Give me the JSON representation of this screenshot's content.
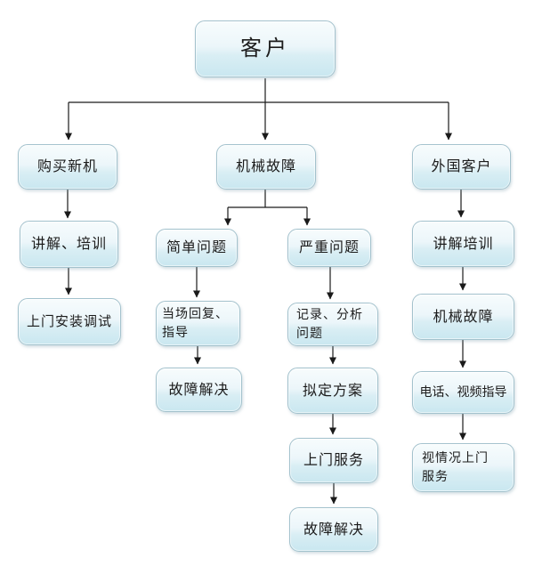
{
  "nodes": [
    {
      "id": "customer",
      "label": "客户"
    },
    {
      "id": "buy-new-machine",
      "label": "购买新机"
    },
    {
      "id": "mechanical-failure",
      "label": "机械故障"
    },
    {
      "id": "foreign-customer",
      "label": "外国客户"
    },
    {
      "id": "explain-training-left",
      "label": "讲解、培训"
    },
    {
      "id": "onsite-install-debug",
      "label": "上门安装调试"
    },
    {
      "id": "simple-problem",
      "label": "简单问题"
    },
    {
      "id": "serious-problem",
      "label": "严重问题"
    },
    {
      "id": "onsite-reply-guidance",
      "label": "当场回复、指导"
    },
    {
      "id": "fault-resolved-left",
      "label": "故障解决"
    },
    {
      "id": "record-analyze-problem",
      "label": "记录、分析问题"
    },
    {
      "id": "draft-plan",
      "label": "拟定方案"
    },
    {
      "id": "onsite-service",
      "label": "上门服务"
    },
    {
      "id": "fault-resolved-mid",
      "label": "故障解决"
    },
    {
      "id": "explain-training-right",
      "label": "讲解培训"
    },
    {
      "id": "mechanical-failure-right",
      "label": "机械故障"
    },
    {
      "id": "phone-video-guidance",
      "label": "电话、视频指导"
    },
    {
      "id": "onsite-service-as-needed",
      "label": "视情况上门服务"
    }
  ],
  "edges": [
    {
      "from": "customer",
      "to": "buy-new-machine"
    },
    {
      "from": "customer",
      "to": "mechanical-failure"
    },
    {
      "from": "customer",
      "to": "foreign-customer"
    },
    {
      "from": "buy-new-machine",
      "to": "explain-training-left"
    },
    {
      "from": "explain-training-left",
      "to": "onsite-install-debug"
    },
    {
      "from": "mechanical-failure",
      "to": "simple-problem"
    },
    {
      "from": "mechanical-failure",
      "to": "serious-problem"
    },
    {
      "from": "simple-problem",
      "to": "onsite-reply-guidance"
    },
    {
      "from": "onsite-reply-guidance",
      "to": "fault-resolved-left"
    },
    {
      "from": "serious-problem",
      "to": "record-analyze-problem"
    },
    {
      "from": "record-analyze-problem",
      "to": "draft-plan"
    },
    {
      "from": "draft-plan",
      "to": "onsite-service"
    },
    {
      "from": "onsite-service",
      "to": "fault-resolved-mid"
    },
    {
      "from": "foreign-customer",
      "to": "explain-training-right"
    },
    {
      "from": "explain-training-right",
      "to": "mechanical-failure-right"
    },
    {
      "from": "mechanical-failure-right",
      "to": "phone-video-guidance"
    },
    {
      "from": "phone-video-guidance",
      "to": "onsite-service-as-needed"
    }
  ],
  "colors": {
    "background": "#ffffff",
    "node_fill_top": "#f7fcfd",
    "node_fill_bottom": "#c9e7f0",
    "node_border": "#a3c2cd",
    "connector": "#1a1a1a",
    "text": "#1c1c1c"
  }
}
